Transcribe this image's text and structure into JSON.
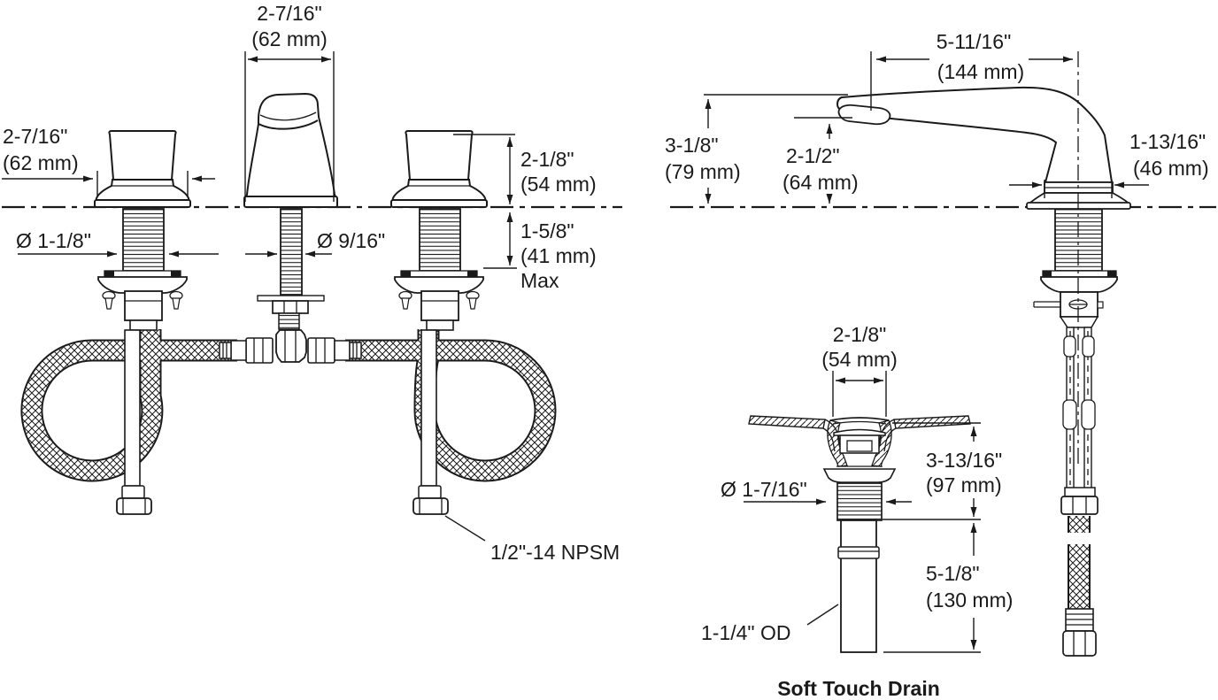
{
  "figure_type": "faucet_installation_dimension_diagram",
  "front_view": {
    "spout_width": {
      "in": "2-7/16\"",
      "mm": "(62 mm)"
    },
    "handle_width": {
      "in": "2-7/16\"",
      "mm": "(62 mm)"
    },
    "handle_shank_dia": "Ø 1-1/8\"",
    "spout_shank_dia": "Ø 9/16\"",
    "handle_height": {
      "in": "2-1/8\"",
      "mm": "(54 mm)"
    },
    "deck_thickness": {
      "in": "1-5/8\"",
      "mm": "(41 mm)",
      "note": "Max"
    },
    "supply_thread": "1/2\"-14 NPSM"
  },
  "side_view": {
    "spout_reach": {
      "in": "5-11/16\"",
      "mm": "(144 mm)"
    },
    "spout_height": {
      "in": "3-1/8\"",
      "mm": "(79 mm)"
    },
    "outlet_height": {
      "in": "2-1/2\"",
      "mm": "(64 mm)"
    },
    "base_width": {
      "in": "1-13/16\"",
      "mm": "(46 mm)"
    }
  },
  "drain_view": {
    "flange_dia": {
      "in": "2-1/8\"",
      "mm": "(54 mm)"
    },
    "thread_dia": "Ø 1-7/16\"",
    "above_length": {
      "in": "3-13/16\"",
      "mm": "(97 mm)"
    },
    "tail_length": {
      "in": "5-1/8\"",
      "mm": "(130 mm)"
    },
    "tail_od": "1-1/4\" OD",
    "caption": "Soft Touch Drain"
  },
  "colors": {
    "line": "#1a1a1a",
    "background": "#ffffff"
  }
}
